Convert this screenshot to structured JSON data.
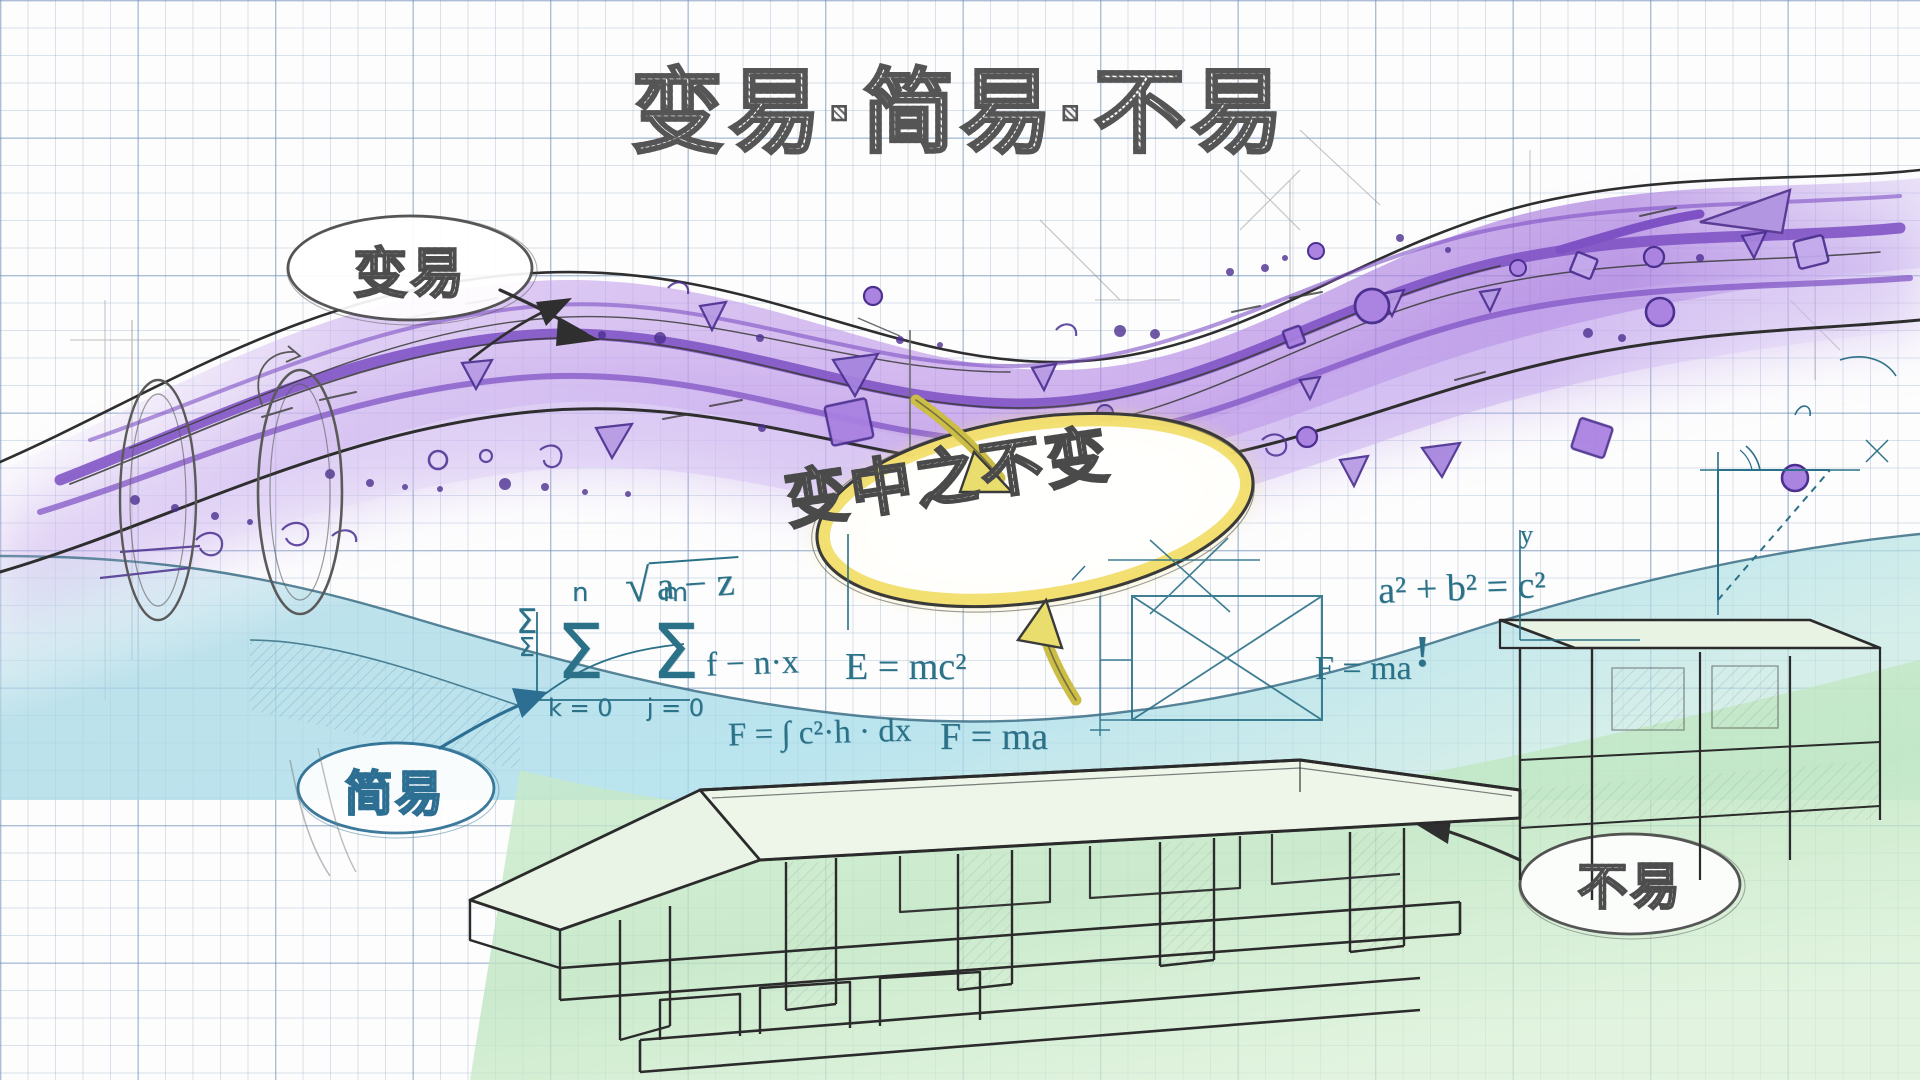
{
  "page": {
    "title": "变易·简易·不易",
    "background": "graph-paper",
    "palette": {
      "flow_purple": "#9a6fd4",
      "flow_purple_light": "#cbb4ec",
      "water_cyan": "#9ed8e4",
      "foundation_green": "#bfe6c2",
      "highlight_yellow": "#f7e98a",
      "ink": "#3c3c3c",
      "formula_teal": "#2b7188"
    }
  },
  "title": {
    "text": "变易·简易·不易",
    "parts": [
      "变易",
      "简易",
      "不易"
    ],
    "separator": "·"
  },
  "callouts": [
    {
      "id": "bianyi",
      "label": "变易",
      "shape": "ellipse",
      "stroke": "#4d4d4d",
      "target": "purple-flow"
    },
    {
      "id": "jianyi",
      "label": "简易",
      "shape": "ellipse",
      "stroke": "#2d6f93",
      "target": "cyan-layer"
    },
    {
      "id": "buyi",
      "label": "不易",
      "shape": "ellipse",
      "stroke": "#4d4d4d",
      "target": "green-foundation"
    }
  ],
  "center_label": {
    "text": "变中之不变",
    "shape": "ellipse",
    "fill": "#ffffff",
    "glow": "#f7e98a"
  },
  "arrows": [
    {
      "id": "arrow-to-flow",
      "from": "变易 callout",
      "to": "purple flow",
      "color": "#3c3c3c"
    },
    {
      "id": "arrow-to-water",
      "from": "简易 callout",
      "to": "cyan layer",
      "color": "#2d6f93"
    },
    {
      "id": "arrow-to-base",
      "from": "不易 callout",
      "to": "green platform",
      "color": "#3c3c3c"
    },
    {
      "id": "arrow-yellow-down",
      "from": "flow",
      "to": "center ellipse",
      "color": "#c9bb42"
    },
    {
      "id": "arrow-yellow-up",
      "from": "formula field",
      "to": "center ellipse",
      "color": "#c9bb42"
    },
    {
      "id": "arrow-flow-tip",
      "from": "flow ribbon",
      "to": "right edge",
      "color": "#7e52c4"
    }
  ],
  "formulas": [
    {
      "id": "sqrt-a-minus-z",
      "latex": "√(a − z)",
      "display": "a − z",
      "prefix": "√"
    },
    {
      "id": "double-sum",
      "display": "Σ Σ",
      "upper": [
        "n",
        "m"
      ],
      "lower": [
        "k = 0",
        "j = 0"
      ]
    },
    {
      "id": "sigma-small",
      "display": "Σ",
      "sub": "Σ"
    },
    {
      "id": "f-nx",
      "display": "f − n·x"
    },
    {
      "id": "emc2",
      "display": "E = mc²"
    },
    {
      "id": "f-integral",
      "display": "F = ∫ c²·h · dx"
    },
    {
      "id": "fma-1",
      "display": "F = ma"
    },
    {
      "id": "fma-2",
      "display": "F = ma"
    },
    {
      "id": "pythagoras",
      "display": "a² + b² = c²"
    },
    {
      "id": "exclaim",
      "display": "!"
    },
    {
      "id": "axis-y",
      "display": "y"
    }
  ],
  "layers": [
    {
      "id": "purple-flow",
      "name": "变易 — flowing change ribbon",
      "color": "#9a6fd4"
    },
    {
      "id": "cyan-layer",
      "name": "简易 — simplifying formulas",
      "color": "#9ed8e4"
    },
    {
      "id": "green-foundation",
      "name": "不易 — unchanging foundation",
      "color": "#bfe6c2"
    }
  ]
}
